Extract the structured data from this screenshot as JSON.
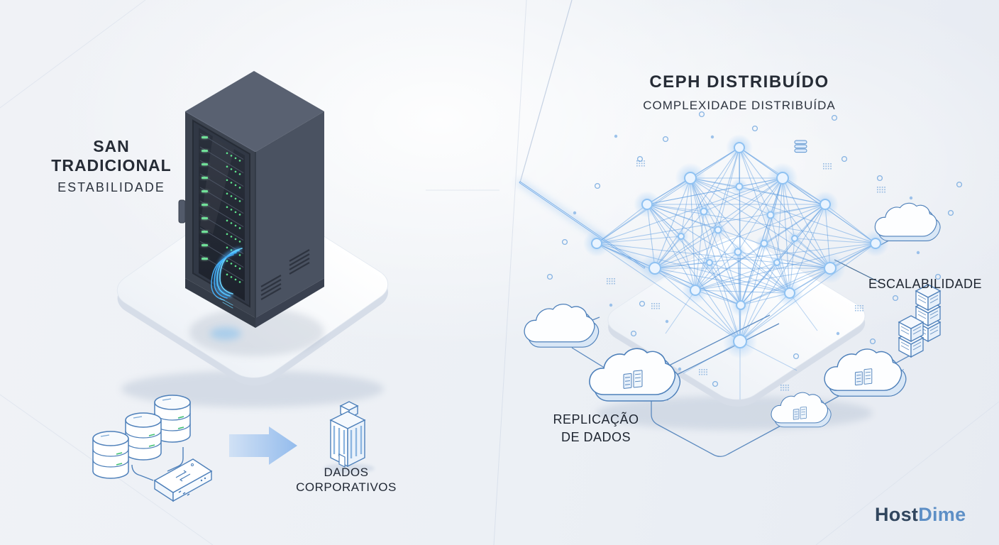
{
  "left_panel": {
    "title_line1": "SAN",
    "title_line2": "TRADICIONAL",
    "subtitle": "ESTABILIDADE",
    "flow_caption_line1": "DADOS",
    "flow_caption_line2": "CORPORATIVOS",
    "icons": [
      "server-rack-icon",
      "platform-icon",
      "database-stack-icon",
      "network-switch-icon",
      "flow-arrow-icon",
      "office-building-icon"
    ]
  },
  "right_panel": {
    "title": "CEPH DISTRIBUÍDO",
    "subtitle": "COMPLEXIDADE DISTRIBUÍDA",
    "scalability_label": "ESCALABILIDADE",
    "replication_label_line1": "REPLICAÇÃO",
    "replication_label_line2": "DE DADOS",
    "icons": [
      "mesh-network-icon",
      "platform-icon",
      "cloud-icon",
      "cloud-storage-icon",
      "server-cubes-icon",
      "data-bits-icon",
      "database-mini-icon",
      "data-beam-icon"
    ]
  },
  "branding": {
    "logo_text_primary": "Host",
    "logo_text_secondary": "Dime"
  },
  "colors": {
    "heading_text": "#262c36",
    "outline_blue": "#4e80ba",
    "mesh_blue": "#5b9be0",
    "node_fill": "#eaf4ff",
    "node_ring": "#8fc2f2",
    "glow_blue": "#9ac8f6",
    "beam_blue": "#5e9ce2",
    "arrow_start": "#cfe0f5",
    "arrow_end": "#8fb9ec",
    "rack_front": "#3c434f",
    "rack_side": "#4a5261",
    "rack_top": "#596171",
    "led_green": "#5ee38c",
    "cable_blue": "#4fb0ff",
    "platform_white": "#ffffff",
    "logo_primary": "#31465e",
    "logo_secondary": "#5d8fc6"
  }
}
